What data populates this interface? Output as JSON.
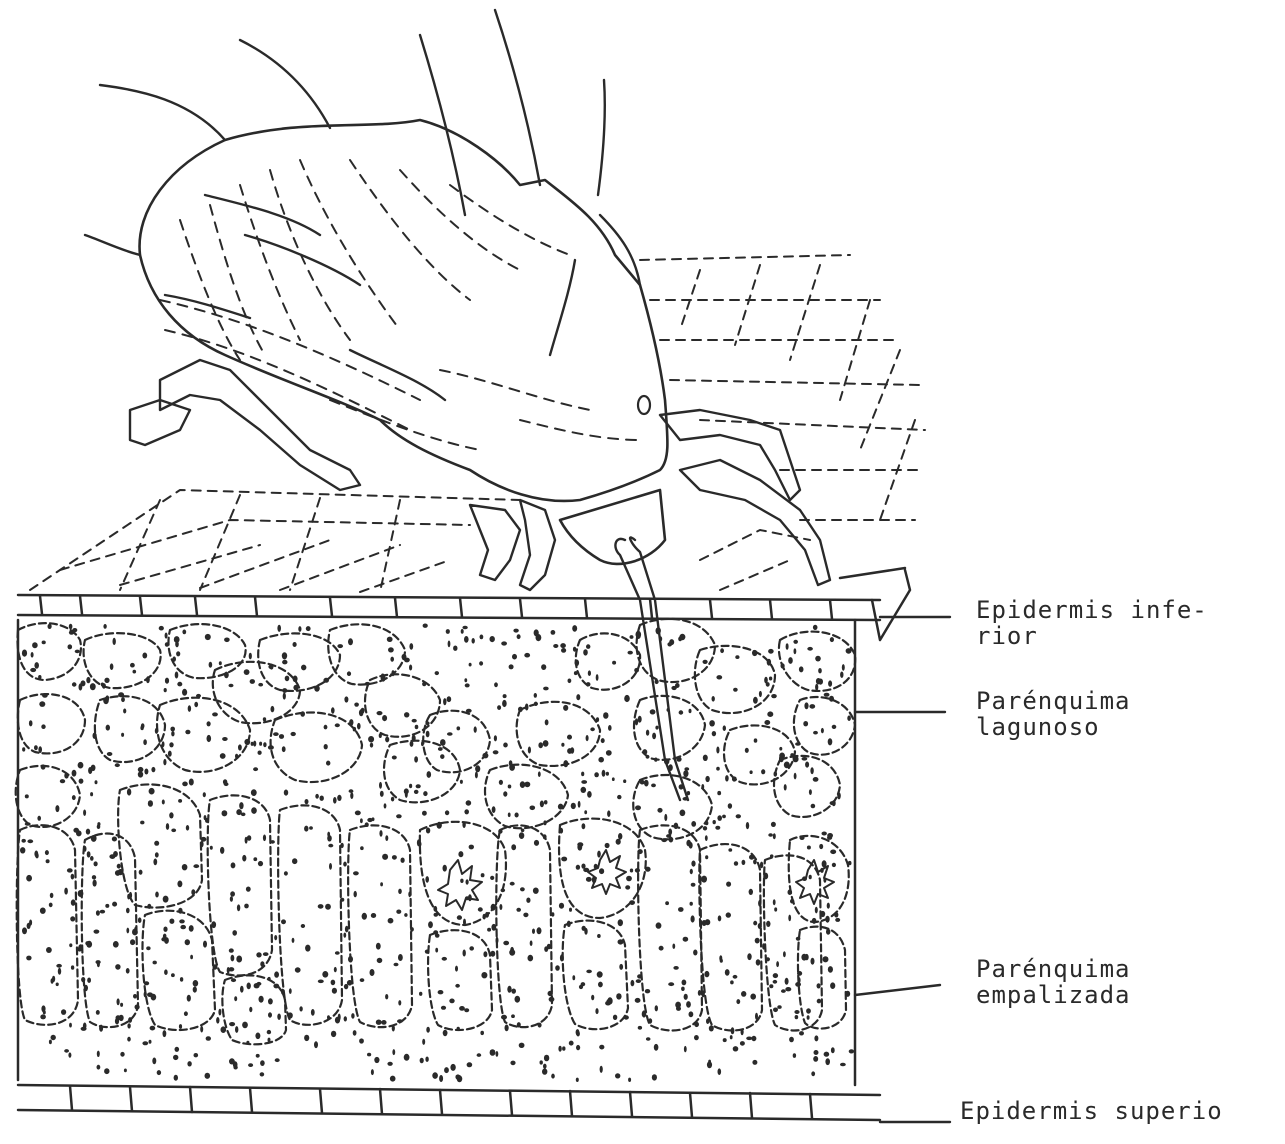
{
  "labels": {
    "epidermis_inferior": {
      "line1": "Epidermis infe-",
      "line2": "rior"
    },
    "parenquima_lagunoso": {
      "line1": "Parénquima",
      "line2": "lagunoso"
    },
    "parenquima_empalizada": {
      "line1": "Parénquima",
      "line2": "empalizada"
    },
    "epidermis_superior": {
      "line1": "Epidermis superio"
    }
  },
  "colors": {
    "ink": "#2a2a2a",
    "paper": "#ffffff"
  }
}
